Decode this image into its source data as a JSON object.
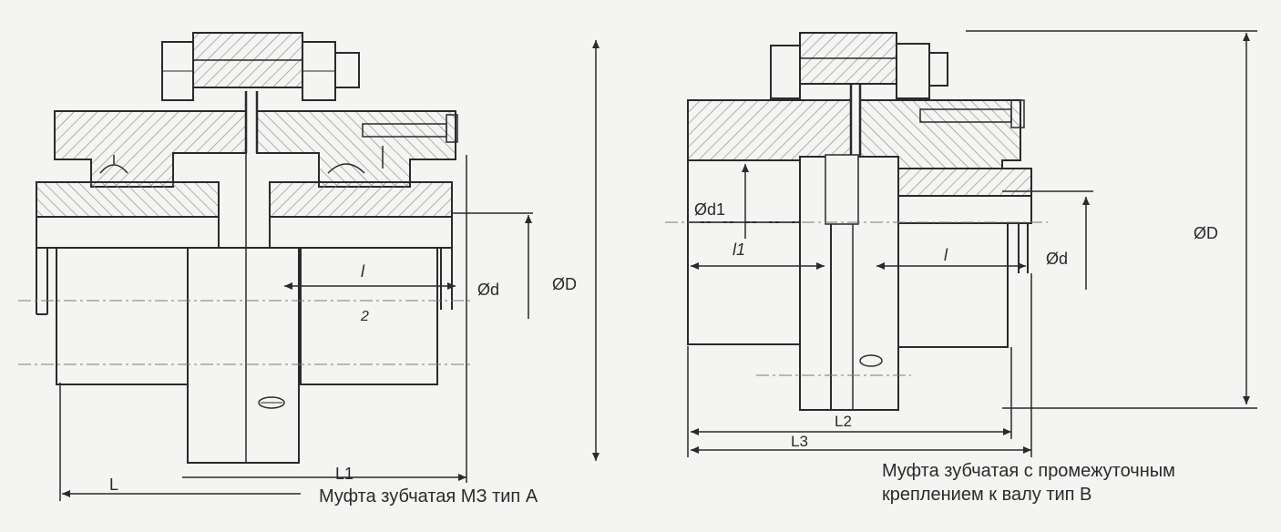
{
  "type_a": {
    "caption": "Муфта зубчатая МЗ тип А",
    "dims": {
      "diameter_D": "ØD",
      "diameter_d": "Ød",
      "length_l": "l",
      "length_L": "L",
      "length_L1": "L1",
      "mark_2": "2"
    }
  },
  "type_b": {
    "caption_line1": "Муфта зубчатая с промежуточным",
    "caption_line2": "креплением к валу тип В",
    "dims": {
      "diameter_D": "ØD",
      "diameter_d": "Ød",
      "diameter_d1": "Ød1",
      "length_l": "l",
      "length_l1": "l1",
      "length_L2": "L2",
      "length_L3": "L3"
    }
  },
  "colors": {
    "ink": "#2a2a2a",
    "paper": "#f4f4f2",
    "hatch": "#7a7a7a"
  }
}
